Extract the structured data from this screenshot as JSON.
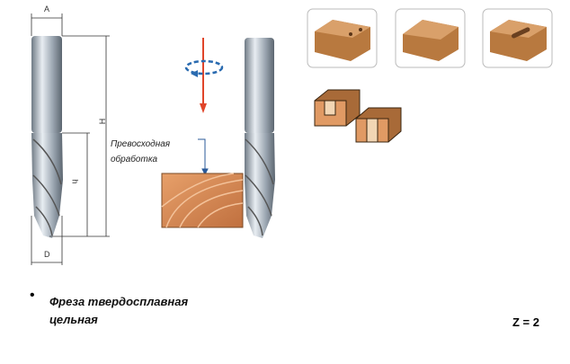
{
  "dimensions": {
    "a": "A",
    "h_total": "H",
    "h_cut": "h",
    "d": "D"
  },
  "annotation": {
    "line1": "Превосходная",
    "line2": "обработка"
  },
  "product": {
    "title_line1": "Фреза твердосплавная",
    "title_line2": "цельная",
    "bullet": "•"
  },
  "teeth": "Z = 2",
  "colors": {
    "wood": "#c98a4f",
    "arrow": "#e0452a",
    "rotation": "#2a6bb0"
  }
}
